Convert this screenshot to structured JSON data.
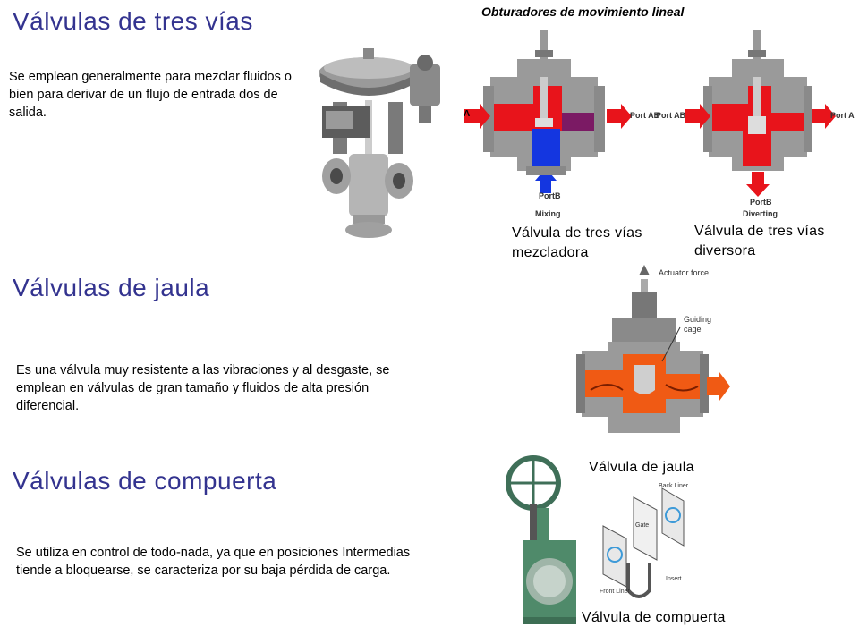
{
  "sections": {
    "tres_vias": {
      "title": "Válvulas de tres vías",
      "text": "Se emplean generalmente para mezclar fluidos o bien para derivar de un flujo de entrada dos de salida."
    },
    "jaula": {
      "title": "Válvulas de jaula",
      "text": "Es una válvula muy resistente a las vibraciones y al desgaste, se emplean en válvulas de gran tamaño y fluidos de alta presión diferencial."
    },
    "compuerta": {
      "title": "Válvulas de compuerta",
      "text": "Se utiliza en control de todo-nada, ya que en posiciones Intermedias tiende a bloquearse, se caracteriza por su baja pérdida de carga."
    }
  },
  "figure_header": "Obturadores de movimiento lineal",
  "diagrams": {
    "mixing": {
      "port_a": "A",
      "port_ab": "Port AB",
      "port_b_1": "Port",
      "port_b_2": "B",
      "caption": "Mixing"
    },
    "diverting": {
      "port_ab": "Port AB",
      "port_a": "Port A",
      "port_b_1": "Port",
      "port_b_2": "B",
      "caption": "Diverting"
    },
    "cage": {
      "force": "Actuator force",
      "guide": "Guiding cage"
    },
    "gate": {
      "back_liner": "Back Liner",
      "gate": "Gate",
      "front_liner": "Front Liner",
      "insert": "Insert"
    }
  },
  "captions": {
    "mezcladora": "Válvula de tres vías mezcladora",
    "diversora": "Válvula de tres vías diversora",
    "jaula": "Válvula de jaula",
    "compuerta": "Válvula de compuerta"
  },
  "colors": {
    "heading": "#33338f",
    "red": "#e8141b",
    "purple": "#7b1a64",
    "blue": "#1436e0",
    "orange": "#f05a14",
    "gray": "#a8a8a8",
    "green": "#4f8a6a"
  },
  "icons": [
    "actuator-valve-photo",
    "mixing-valve-diagram",
    "diverting-valve-diagram",
    "cage-valve-diagram",
    "gate-valve-photo",
    "gate-parts-diagram"
  ]
}
